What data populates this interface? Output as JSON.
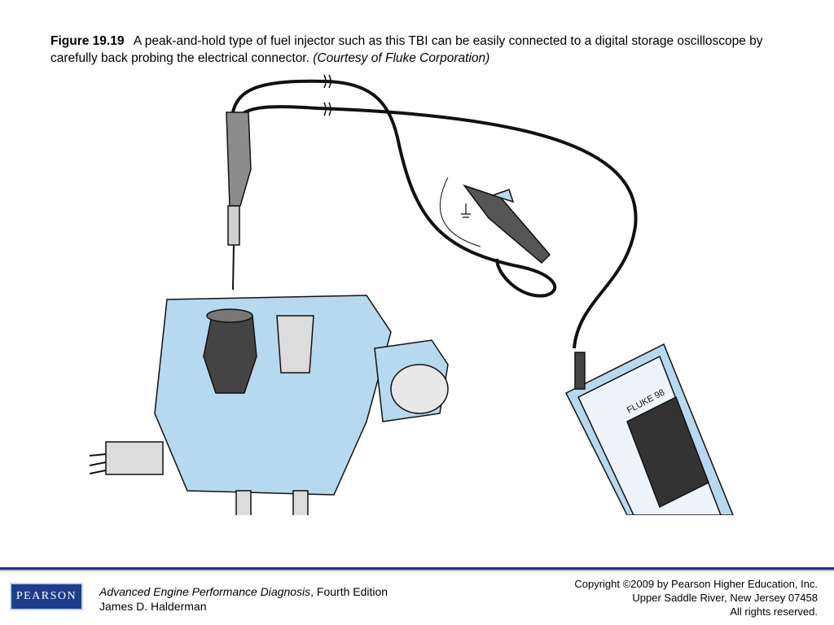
{
  "caption": {
    "figure_label": "Figure 19.19",
    "text": "A peak-and-hold type of fuel injector such as this TBI can be easily connected to a digital storage oscilloscope by carefully back probing the electrical connector.",
    "courtesy": "(Courtesy of Fluke Corporation)"
  },
  "illustration": {
    "scope_label": "FLUKE 98"
  },
  "footer": {
    "logo_text": "PEARSON",
    "book_title": "Advanced Engine Performance Diagnosis",
    "edition": ", Fourth Edition",
    "author": "James D. Halderman",
    "copyright_line1": "Copyright ©2009 by Pearson Higher Education, Inc.",
    "copyright_line2": "Upper Saddle River, New Jersey 07458",
    "copyright_line3": "All rights reserved."
  },
  "colors": {
    "footer_rule": "#1f2e8a",
    "logo_bg": "#1d3e8c",
    "part_fill": "#b7d9ef"
  }
}
